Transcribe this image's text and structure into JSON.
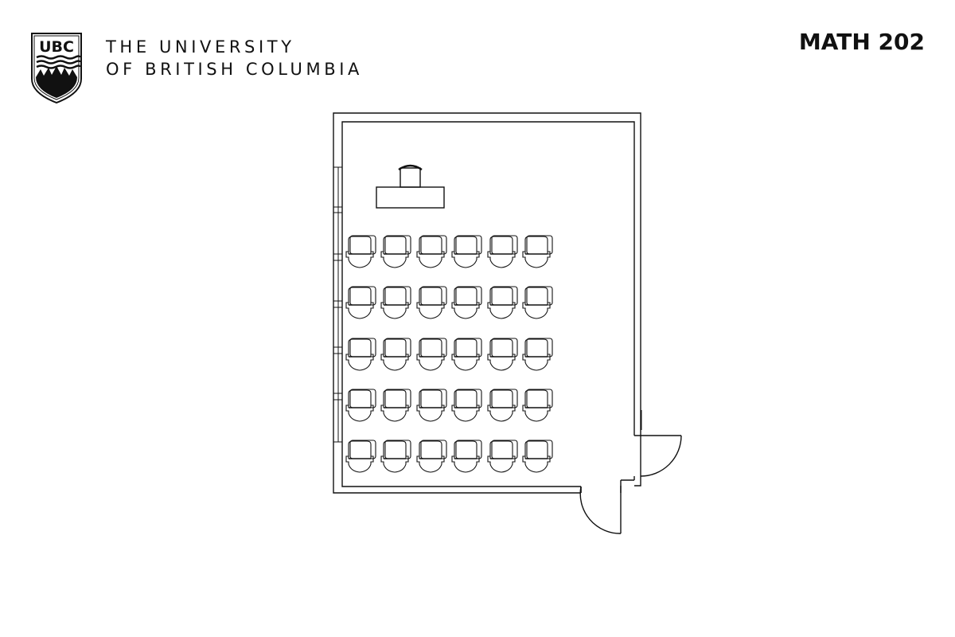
{
  "header": {
    "logo_text": "UBC",
    "institution_line1": "THE UNIVERSITY",
    "institution_line2": "OF BRITISH COLUMBIA",
    "room_code": "MATH 202"
  },
  "floor_plan": {
    "room": "MATH 202",
    "seating": {
      "rows": 5,
      "columns": 6,
      "total_seats": 30
    },
    "features": [
      "instructor-desk",
      "podium",
      "windows-left-wall",
      "door-right-wall",
      "door-bottom-wall"
    ],
    "stroke_color": "#111111",
    "background": "#ffffff"
  }
}
